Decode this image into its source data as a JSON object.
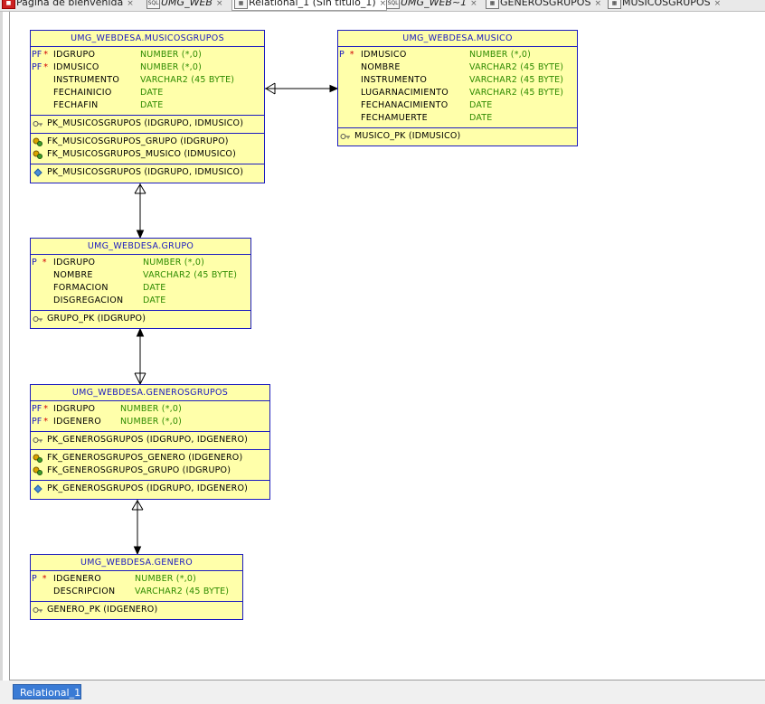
{
  "tabs": [
    {
      "label": "Página de bienvenida",
      "icon": "welcome-icon",
      "active": false
    },
    {
      "label": "UMG_WEB",
      "icon": "sql-icon",
      "active": false
    },
    {
      "label": "Relational_1 (Sin título_1)",
      "icon": "diagram-icon",
      "active": true
    },
    {
      "label": "UMG_WEB~1",
      "icon": "sql-icon",
      "active": false
    },
    {
      "label": "GENEROSGRUPOS",
      "icon": "table-icon",
      "active": false
    },
    {
      "label": "MUSICOSGRUPOS",
      "icon": "table-icon",
      "active": false
    }
  ],
  "bottom_tab": "Relational_1",
  "colors": {
    "border": "#1c1cc0",
    "fill": "#ffffaa",
    "type_text": "#2e8b00",
    "mandatory_star": "#d00000"
  },
  "entities": {
    "musicosgrupos": {
      "title": "UMG_WEBDESA.MUSICOSGRUPOS",
      "columns": [
        {
          "flag": "PF",
          "name": "IDGRUPO",
          "type": "NUMBER (*,0)",
          "mandatory": true
        },
        {
          "flag": "PF",
          "name": "IDMUSICO",
          "type": "NUMBER (*,0)",
          "mandatory": true
        },
        {
          "flag": "",
          "name": "INSTRUMENTO",
          "type": "VARCHAR2 (45 BYTE)",
          "mandatory": false
        },
        {
          "flag": "",
          "name": "FECHAINICIO",
          "type": "DATE",
          "mandatory": false
        },
        {
          "flag": "",
          "name": "FECHAFIN",
          "type": "DATE",
          "mandatory": false
        }
      ],
      "pk": [
        "PK_MUSICOSGRUPOS (IDGRUPO, IDMUSICO)"
      ],
      "fks": [
        "FK_MUSICOSGRUPOS_GRUPO (IDGRUPO)",
        "FK_MUSICOSGRUPOS_MUSICO (IDMUSICO)"
      ],
      "indexes": [
        "PK_MUSICOSGRUPOS (IDGRUPO, IDMUSICO)"
      ]
    },
    "musico": {
      "title": "UMG_WEBDESA.MUSICO",
      "columns": [
        {
          "flag": "P",
          "name": "IDMUSICO",
          "type": "NUMBER (*,0)",
          "mandatory": true
        },
        {
          "flag": "",
          "name": "NOMBRE",
          "type": "VARCHAR2 (45 BYTE)",
          "mandatory": false
        },
        {
          "flag": "",
          "name": "INSTRUMENTO",
          "type": "VARCHAR2 (45 BYTE)",
          "mandatory": false
        },
        {
          "flag": "",
          "name": "LUGARNACIMIENTO",
          "type": "VARCHAR2 (45 BYTE)",
          "mandatory": false
        },
        {
          "flag": "",
          "name": "FECHANACIMIENTO",
          "type": "DATE",
          "mandatory": false
        },
        {
          "flag": "",
          "name": "FECHAMUERTE",
          "type": "DATE",
          "mandatory": false
        }
      ],
      "pk": [
        "MUSICO_PK (IDMUSICO)"
      ]
    },
    "grupo": {
      "title": "UMG_WEBDESA.GRUPO",
      "columns": [
        {
          "flag": "P",
          "name": "IDGRUPO",
          "type": "NUMBER (*,0)",
          "mandatory": true
        },
        {
          "flag": "",
          "name": "NOMBRE",
          "type": "VARCHAR2 (45 BYTE)",
          "mandatory": false
        },
        {
          "flag": "",
          "name": "FORMACION",
          "type": "DATE",
          "mandatory": false
        },
        {
          "flag": "",
          "name": "DISGREGACION",
          "type": "DATE",
          "mandatory": false
        }
      ],
      "pk": [
        "GRUPO_PK (IDGRUPO)"
      ]
    },
    "generosgrupos": {
      "title": "UMG_WEBDESA.GENEROSGRUPOS",
      "columns": [
        {
          "flag": "PF",
          "name": "IDGRUPO",
          "type": "NUMBER (*,0)",
          "mandatory": true
        },
        {
          "flag": "PF",
          "name": "IDGENERO",
          "type": "NUMBER (*,0)",
          "mandatory": true
        }
      ],
      "pk": [
        "PK_GENEROSGRUPOS (IDGRUPO, IDGENERO)"
      ],
      "fks": [
        "FK_GENEROSGRUPOS_GENERO (IDGENERO)",
        "FK_GENEROSGRUPOS_GRUPO (IDGRUPO)"
      ],
      "indexes": [
        "PK_GENEROSGRUPOS (IDGRUPO, IDGENERO)"
      ]
    },
    "genero": {
      "title": "UMG_WEBDESA.GENERO",
      "columns": [
        {
          "flag": "P",
          "name": "IDGENERO",
          "type": "NUMBER (*,0)",
          "mandatory": true
        },
        {
          "flag": "",
          "name": "DESCRIPCION",
          "type": "VARCHAR2 (45 BYTE)",
          "mandatory": false
        }
      ],
      "pk": [
        "GENERO_PK (IDGENERO)"
      ]
    }
  }
}
